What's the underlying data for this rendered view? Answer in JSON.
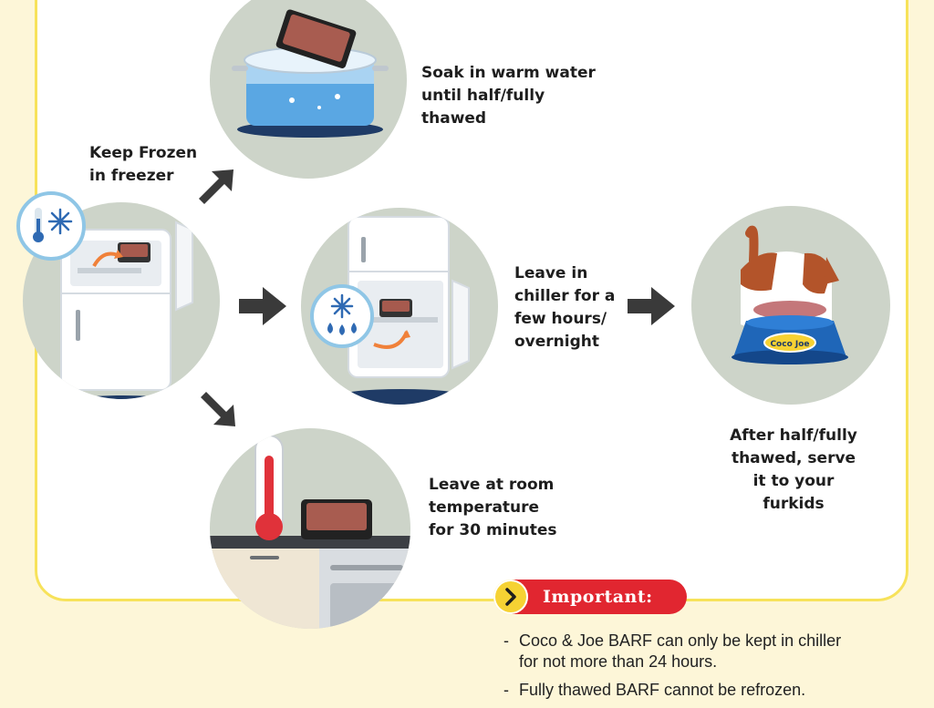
{
  "steps": {
    "freezer": {
      "lines": [
        "Keep Frozen",
        "in freezer"
      ]
    },
    "warm_water": {
      "lines": [
        "Soak in warm water",
        "until half/fully",
        "thawed"
      ]
    },
    "chiller": {
      "lines": [
        "Leave in",
        "chiller for a",
        "few hours/",
        "overnight"
      ]
    },
    "room_temp": {
      "lines": [
        "Leave at room",
        "temperature",
        "for 30 minutes"
      ]
    },
    "serve": {
      "lines": [
        "After half/fully",
        "thawed, serve",
        "it to your",
        "furkids"
      ]
    }
  },
  "brand": {
    "bowl_label": "Coco Joe"
  },
  "important": {
    "title": "Important:",
    "notes": [
      [
        "Coco & Joe BARF can only be kept in chiller",
        "for not more than 24 hours."
      ],
      [
        "Fully thawed BARF cannot be refrozen."
      ]
    ]
  },
  "colors": {
    "panel_border": "#f7e25a",
    "page_background": "#fdf6d8",
    "circle_fill": "#cdd4c9",
    "arrow": "#3a3a3a",
    "important_red": "#e12630",
    "important_yellow": "#f6d233"
  }
}
